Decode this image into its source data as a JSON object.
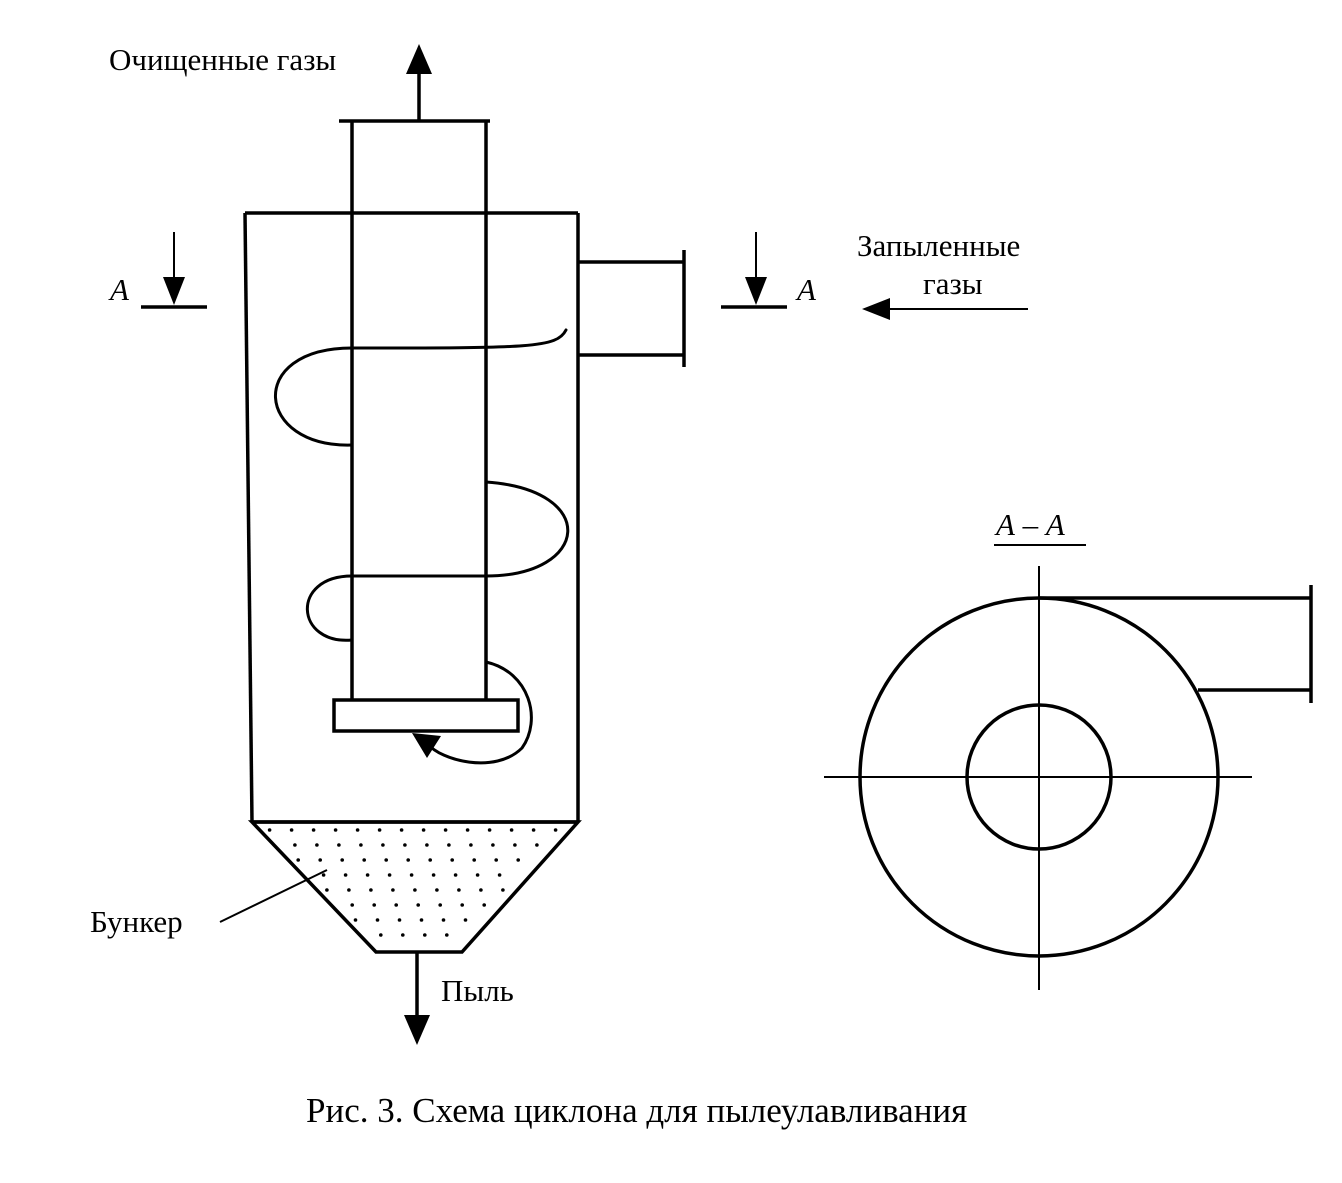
{
  "labels": {
    "clean_gas": "Очищенные газы",
    "dusty_gas_line1": "Запыленные",
    "dusty_gas_line2": "газы",
    "hopper": "Бункер",
    "dust": "Пыль",
    "section_left": "А",
    "section_right": "А",
    "section_view_title": "А – А"
  },
  "caption": "Рис. 3. Схема циклона для пылеулавливания"
}
